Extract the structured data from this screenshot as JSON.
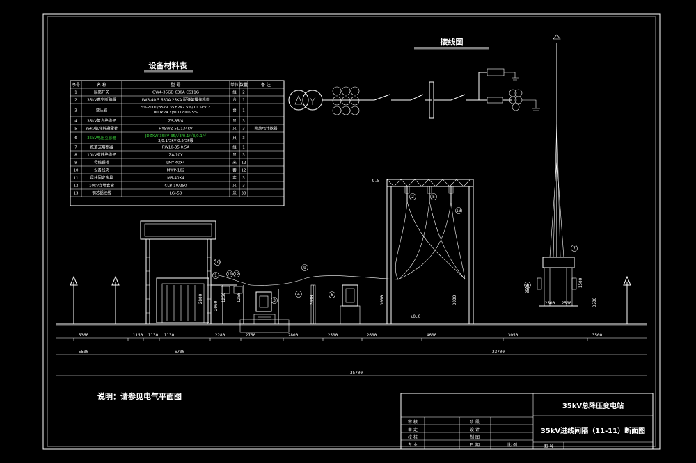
{
  "materials_table": {
    "title": "设备材料表",
    "headers": [
      "序号",
      "名 称",
      "型 号",
      "单位",
      "数量",
      "备 注"
    ],
    "rows": [
      [
        "1",
        "隔离开关",
        "GW4-35GD 630A CS11G",
        "组",
        "2",
        ""
      ],
      [
        "2",
        "35kV真空断路器",
        "LW8-40.5 630A 25KA 配弹簧操作机构",
        "台",
        "1",
        ""
      ],
      [
        "3",
        "变压器",
        "S9-2000/35kV 35±2x2.5%/10.5kV 2000kVA Yyn0 ud=6.5%",
        "台",
        "1",
        ""
      ],
      [
        "4",
        "35kV复合绝缘子",
        "ZS-35/4",
        "只",
        "3",
        ""
      ],
      [
        "5",
        "35kV氧化锌避雷针",
        "HY5WZ-51/134kV",
        "只",
        "3",
        "附放电计数器"
      ],
      [
        "6",
        "35kV电压互感器",
        "JDZXW-35kV 35/√3/0.1/√3/0.1/√3/0.1/3kV 0.5/3P级",
        "只",
        "3",
        ""
      ],
      [
        "7",
        "跌落式熔断器",
        "RW10-35 0.5A",
        "组",
        "1",
        ""
      ],
      [
        "8",
        "10kV支柱绝缘子",
        "ZA-10Y",
        "只",
        "3",
        ""
      ],
      [
        "9",
        "母线铜排",
        "LMY-40X4",
        "米",
        "12",
        ""
      ],
      [
        "10",
        "设备线夹",
        "MWP-102",
        "套",
        "12",
        ""
      ],
      [
        "11",
        "母线固定金具",
        "MS-40X4",
        "套",
        "3",
        ""
      ],
      [
        "12",
        "10kV穿墙套管",
        "CLB-10/250",
        "只",
        "3",
        ""
      ],
      [
        "13",
        "钢芯铝绞线",
        "LGJ-50",
        "米",
        "30",
        ""
      ]
    ]
  },
  "wiring_diagram": {
    "title": "接线图"
  },
  "note": "说明：请参见电气平面图",
  "dimensions": {
    "row1": [
      "5360",
      "1150",
      "1130",
      "1130",
      "2280",
      "2750",
      "2800",
      "2500",
      "2600",
      "4600",
      "3050",
      "3500"
    ],
    "row2": [
      "5500",
      "6700",
      "23700"
    ],
    "row3": [
      "35700"
    ],
    "heights": [
      "2800",
      "2000",
      "2000",
      "3000",
      "3000",
      "3500",
      "1500",
      "3500",
      "1250",
      "1250"
    ],
    "base": [
      "2500",
      "2500"
    ],
    "levels": [
      "9.5",
      "±0.0"
    ]
  },
  "markers": [
    "①",
    "②",
    "③",
    "④",
    "⑤",
    "⑥",
    "⑦",
    "⑧",
    "⑨",
    "⑩",
    "⑪",
    "⑫",
    "⑬"
  ],
  "title_block": {
    "project": "35kV总降压变电站",
    "drawing_title": "35kV进线间隔（11-11）断面图",
    "labels": {
      "approve": "审 核",
      "check": "审 定",
      "review": "校 核",
      "design": "设 计",
      "draw": "制 图",
      "date": "日 期",
      "scale": "比 例",
      "sheet": "图 号",
      "stage": "阶 段",
      "author": "专 业"
    }
  },
  "colors": {
    "background": "#000000",
    "line": "#ffffff",
    "highlight": "#3bd63b"
  }
}
